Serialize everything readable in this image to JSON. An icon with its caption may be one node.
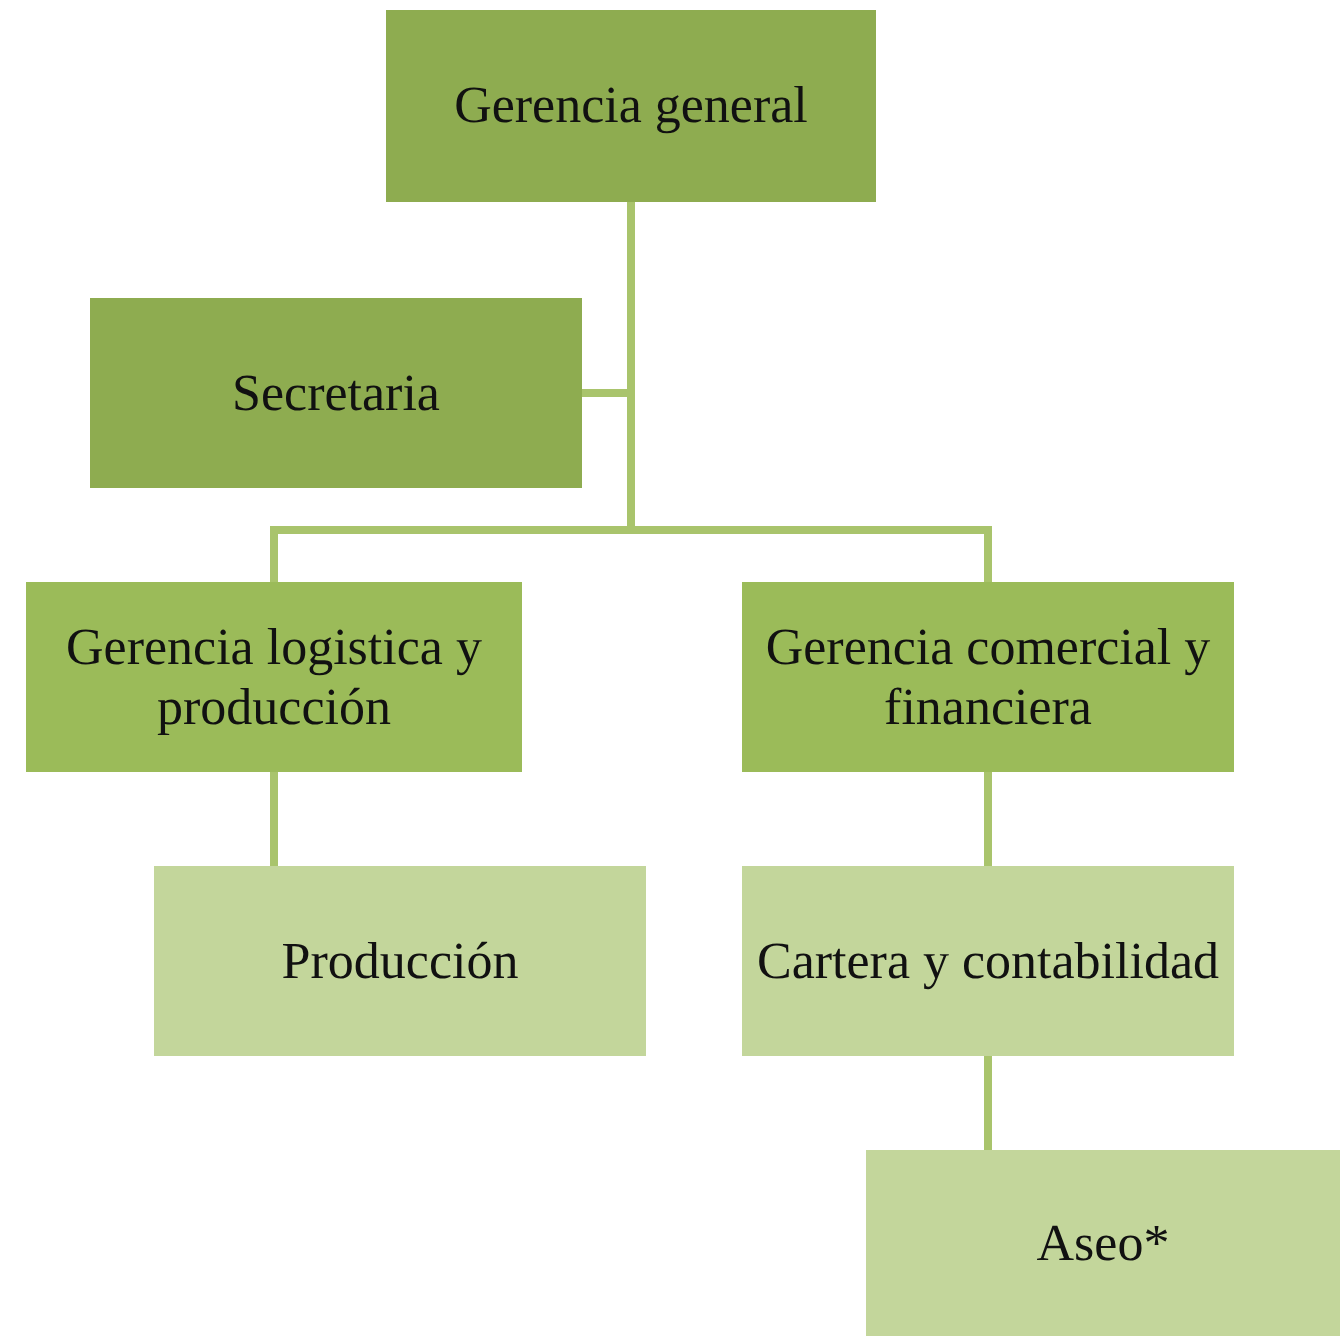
{
  "diagram": {
    "nodes": [
      {
        "text": [
          "Gerencia general"
        ]
      },
      {
        "text": [
          "Secretaria"
        ]
      },
      {
        "text": [
          "Gerencia logistica y producción"
        ]
      },
      {
        "text": [
          "Gerencia comercial y financiera"
        ]
      },
      {
        "text": [
          "Producción"
        ]
      },
      {
        "text": [
          "Cartera y contabilidad"
        ]
      },
      {
        "text": [
          "Aseo*"
        ]
      }
    ],
    "edges": [
      {
        "from": 0,
        "to": 1,
        "arrow": "none"
      },
      {
        "from": 0,
        "to": 2,
        "arrow": "none"
      },
      {
        "from": 0,
        "to": 3,
        "arrow": "none"
      },
      {
        "from": 2,
        "to": 4,
        "arrow": "none"
      },
      {
        "from": 3,
        "to": 5,
        "arrow": "none"
      },
      {
        "from": 5,
        "to": 6,
        "arrow": "none"
      }
    ]
  }
}
